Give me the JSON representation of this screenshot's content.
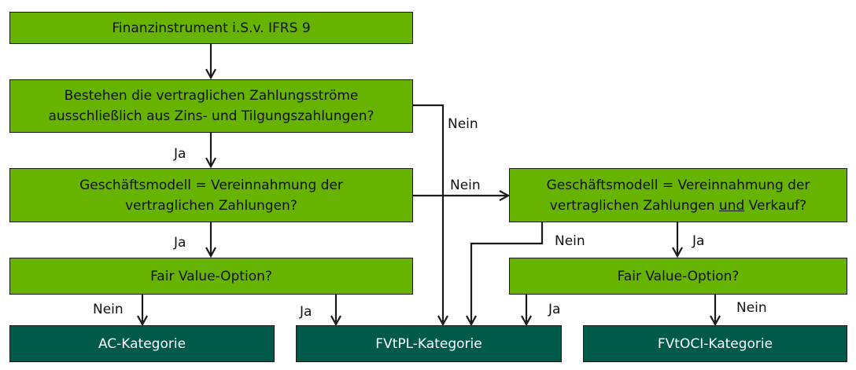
{
  "nodes": {
    "start": "Finanzinstrument i.S.v. IFRS 9",
    "q_cashflows": "Bestehen die vertraglichen Zahlungsströme ausschließlich aus Zins- und Tilgungszahlungen?",
    "q_model_hold": "Geschäftsmodell = Vereinnahmung der vertraglichen Zahlungen?",
    "q_model_hold_sell": {
      "line1": "Geschäftsmodell = Vereinnahmung der",
      "line2_pre": "vertraglichen Zahlungen ",
      "line2_underlined": "und",
      "line2_post": " Verkauf?"
    },
    "q_fvo_left": "Fair Value-Option?",
    "q_fvo_right": "Fair Value-Option?",
    "result_ac": "AC-Kategorie",
    "result_fvtpl": "FVtPL-Kategorie",
    "result_fvtoci": "FVtOCI-Kategorie"
  },
  "edge_labels": {
    "cashflows_no": "Nein",
    "cashflows_yes": "Ja",
    "model_hold_no": "Nein",
    "model_hold_yes": "Ja",
    "hold_sell_no": "Nein",
    "hold_sell_yes": "Ja",
    "fvo_left_no": "Nein",
    "fvo_left_yes": "Ja",
    "fvo_right_yes": "Ja",
    "fvo_right_no": "Nein"
  },
  "colors": {
    "decision_fill": "#66b300",
    "result_fill": "#005a4a",
    "line": "#1a1a1a"
  }
}
